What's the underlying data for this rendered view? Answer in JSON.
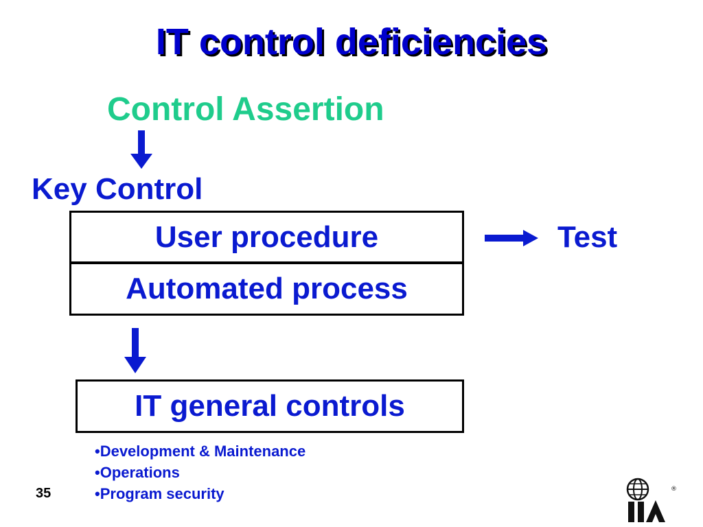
{
  "slide": {
    "title": "IT control deficiencies",
    "assertion": "Control Assertion",
    "key_control": "Key Control",
    "box_user": "User procedure",
    "box_auto": "Automated process",
    "test_label": "Test",
    "box_itgc": "IT general controls",
    "bullets": [
      "•Development & Maintenance",
      "•Operations",
      "•Program security"
    ],
    "page_number": "35"
  },
  "logo": {
    "icon": "globe-icon",
    "text": "IIA",
    "mark": "®"
  },
  "colors": {
    "title": "#0000cc",
    "accent_green": "#1fcc8c",
    "text_blue": "#0a1ad0",
    "arrow_blue": "#0a1ad0"
  }
}
